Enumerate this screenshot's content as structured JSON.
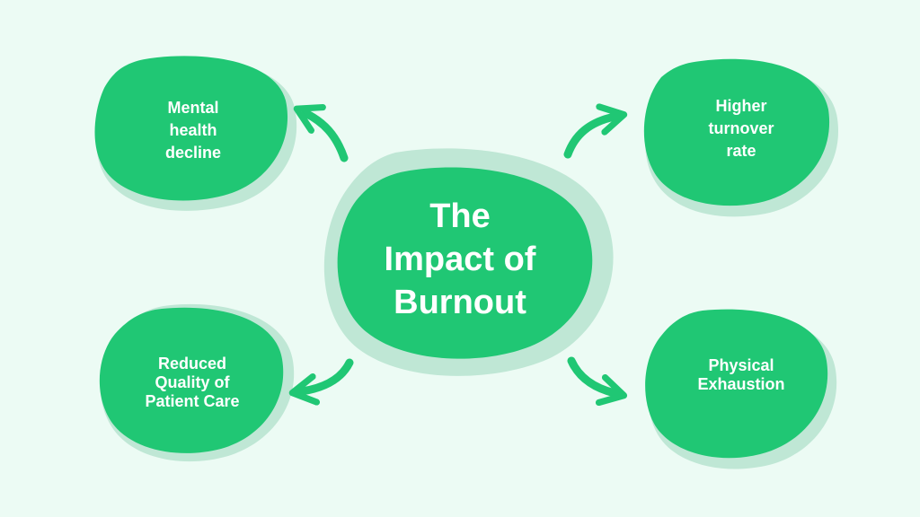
{
  "diagram": {
    "colors": {
      "background": "#ecfbf4",
      "blob": "#20c774",
      "shadow": "#bfe7d5",
      "arrow": "#20c774",
      "text": "#ffffff"
    },
    "center": {
      "lines": [
        "The",
        "Impact of",
        "Burnout"
      ]
    },
    "nodes": {
      "top_left": {
        "lines": [
          "Mental",
          "health",
          "decline"
        ]
      },
      "top_right": {
        "lines": [
          "Higher",
          "turnover",
          "rate"
        ]
      },
      "bottom_left": {
        "lines": [
          "Reduced",
          "Quality of",
          "Patient Care"
        ]
      },
      "bottom_right": {
        "lines": [
          "Physical",
          "Exhaustion"
        ]
      }
    }
  }
}
